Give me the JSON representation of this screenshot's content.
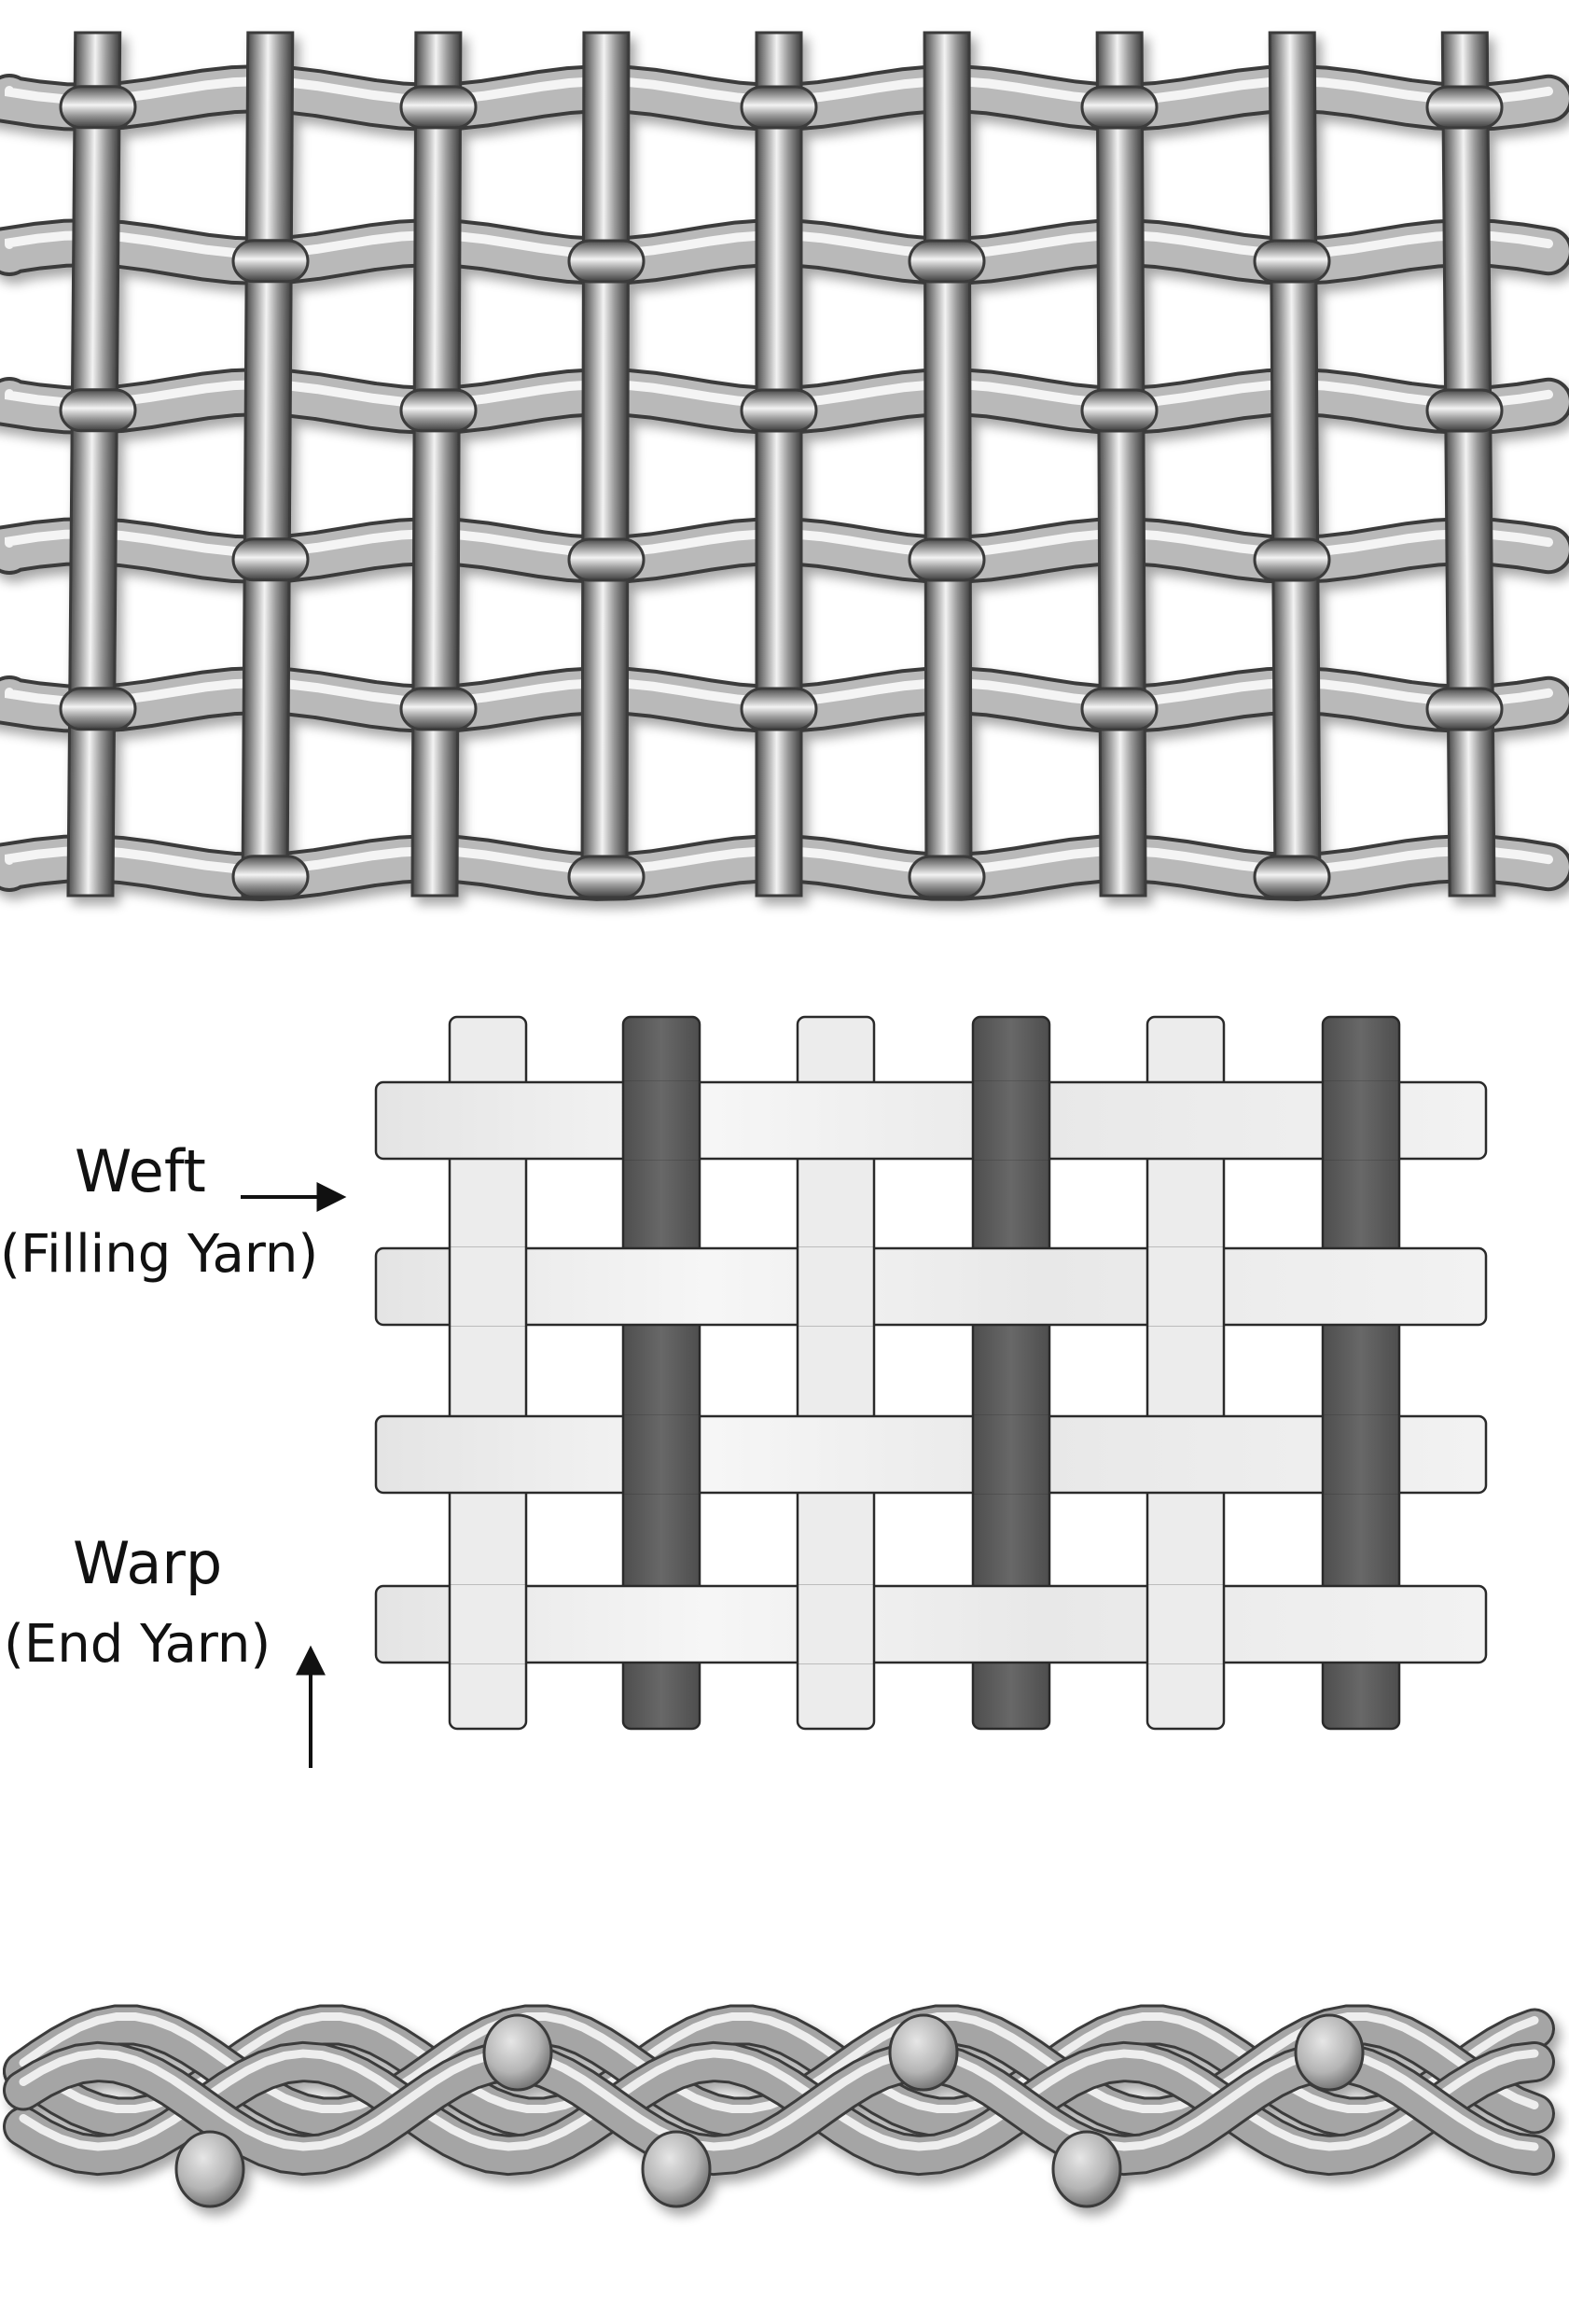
{
  "labels": {
    "weft": "Weft",
    "weft_sub": "(Filling Yarn)",
    "warp": "Warp",
    "warp_sub": "(End Yarn)"
  },
  "colors": {
    "wire_light": "#e8e8e8",
    "wire_mid": "#a9a9a9",
    "wire_dark": "#5e5e5e",
    "warp_dark": "#5c5c5c",
    "weft_light": "#ececec",
    "outline": "#2a2a2a"
  },
  "weave": {
    "pattern": "plain",
    "warp_count": 6,
    "weft_count": 4,
    "warp_tone": [
      "light",
      "dark",
      "light",
      "dark",
      "light",
      "dark"
    ]
  }
}
